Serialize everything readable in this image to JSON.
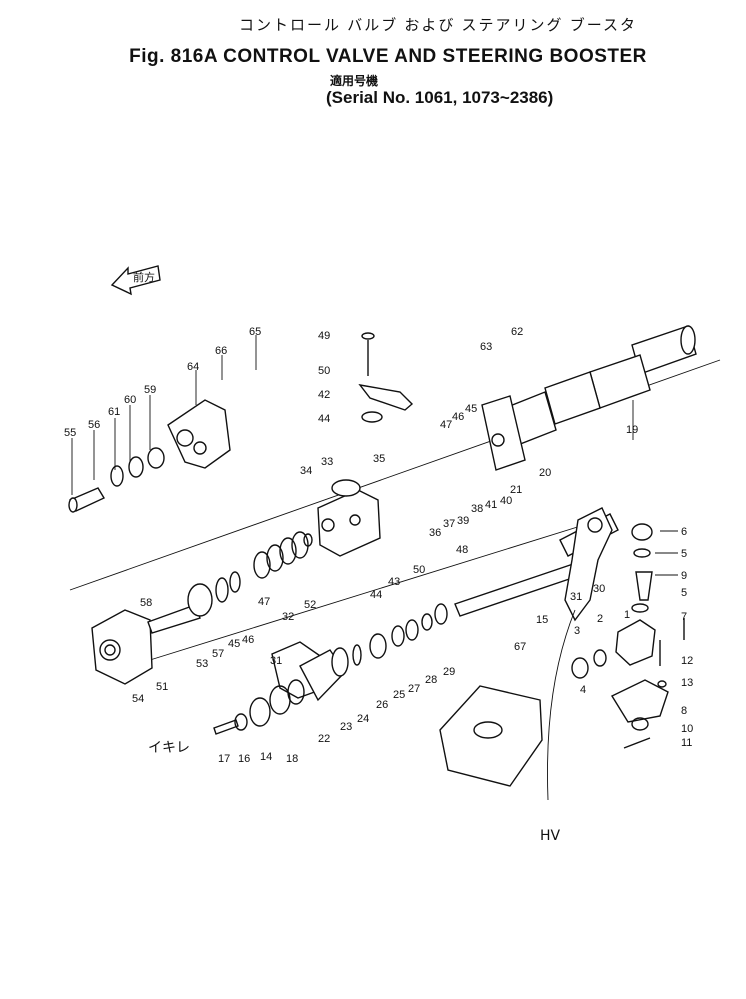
{
  "header": {
    "japanese_title": "コントロール バルブ および ステアリング ブースタ",
    "figure_title": "Fig. 816A CONTROL VALVE AND STEERING BOOSTER",
    "applicable_label": "適用号機",
    "serial_range": "(Serial No. 1061, 1073~2386)"
  },
  "direction_tag": "前方",
  "handwritten_notes": [
    "イキレ",
    "HV"
  ],
  "parts": [
    {
      "id": "p65",
      "label": "65"
    },
    {
      "id": "p66",
      "label": "66"
    },
    {
      "id": "p64",
      "label": "64"
    },
    {
      "id": "p59",
      "label": "59"
    },
    {
      "id": "p60",
      "label": "60"
    },
    {
      "id": "p61",
      "label": "61"
    },
    {
      "id": "p56",
      "label": "56"
    },
    {
      "id": "p55",
      "label": "55"
    },
    {
      "id": "p49",
      "label": "49"
    },
    {
      "id": "p50a",
      "label": "50"
    },
    {
      "id": "p42",
      "label": "42"
    },
    {
      "id": "p44a",
      "label": "44"
    },
    {
      "id": "p63",
      "label": "63"
    },
    {
      "id": "p62",
      "label": "62"
    },
    {
      "id": "p47",
      "label": "47"
    },
    {
      "id": "p46",
      "label": "46"
    },
    {
      "id": "p45",
      "label": "45"
    },
    {
      "id": "p19",
      "label": "19"
    },
    {
      "id": "p34",
      "label": "34"
    },
    {
      "id": "p33",
      "label": "33"
    },
    {
      "id": "p35",
      "label": "35"
    },
    {
      "id": "p21",
      "label": "21"
    },
    {
      "id": "p20",
      "label": "20"
    },
    {
      "id": "p38",
      "label": "38"
    },
    {
      "id": "p41",
      "label": "41"
    },
    {
      "id": "p40",
      "label": "40"
    },
    {
      "id": "p39",
      "label": "39"
    },
    {
      "id": "p37",
      "label": "37"
    },
    {
      "id": "p36",
      "label": "36"
    },
    {
      "id": "p48",
      "label": "48"
    },
    {
      "id": "p50b",
      "label": "50"
    },
    {
      "id": "p43",
      "label": "43"
    },
    {
      "id": "p44b",
      "label": "44"
    },
    {
      "id": "p52",
      "label": "52"
    },
    {
      "id": "p32",
      "label": "32"
    },
    {
      "id": "p47b",
      "label": "47"
    },
    {
      "id": "p46b",
      "label": "46"
    },
    {
      "id": "p45b",
      "label": "45"
    },
    {
      "id": "p57",
      "label": "57"
    },
    {
      "id": "p53",
      "label": "53"
    },
    {
      "id": "p58",
      "label": "58"
    },
    {
      "id": "p51",
      "label": "51"
    },
    {
      "id": "p54",
      "label": "54"
    },
    {
      "id": "p31a",
      "label": "31"
    },
    {
      "id": "p31b",
      "label": "31"
    },
    {
      "id": "p30",
      "label": "30"
    },
    {
      "id": "p15",
      "label": "15"
    },
    {
      "id": "p67",
      "label": "67"
    },
    {
      "id": "p6",
      "label": "6"
    },
    {
      "id": "p5a",
      "label": "5"
    },
    {
      "id": "p9",
      "label": "9"
    },
    {
      "id": "p5b",
      "label": "5"
    },
    {
      "id": "p7",
      "label": "7"
    },
    {
      "id": "p2",
      "label": "2"
    },
    {
      "id": "p3",
      "label": "3"
    },
    {
      "id": "p1",
      "label": "1"
    },
    {
      "id": "p12",
      "label": "12"
    },
    {
      "id": "p13",
      "label": "13"
    },
    {
      "id": "p4",
      "label": "4"
    },
    {
      "id": "p8",
      "label": "8"
    },
    {
      "id": "p10",
      "label": "10"
    },
    {
      "id": "p11",
      "label": "11"
    },
    {
      "id": "p29",
      "label": "29"
    },
    {
      "id": "p28",
      "label": "28"
    },
    {
      "id": "p27",
      "label": "27"
    },
    {
      "id": "p25",
      "label": "25"
    },
    {
      "id": "p26",
      "label": "26"
    },
    {
      "id": "p24",
      "label": "24"
    },
    {
      "id": "p23",
      "label": "23"
    },
    {
      "id": "p22",
      "label": "22"
    },
    {
      "id": "p18",
      "label": "18"
    },
    {
      "id": "p14",
      "label": "14"
    },
    {
      "id": "p16",
      "label": "16"
    },
    {
      "id": "p17",
      "label": "17"
    }
  ]
}
